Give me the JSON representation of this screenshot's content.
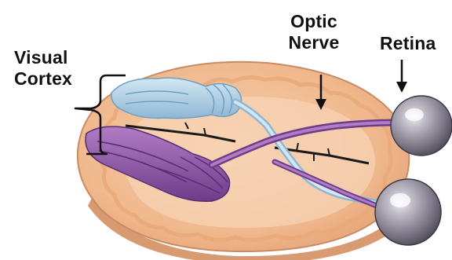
{
  "labels": {
    "visual_cortex": {
      "line1": "Visual",
      "line2": "Cortex"
    },
    "optic_nerve": {
      "line1": "Optic",
      "line2": "Nerve"
    },
    "retina": "Retina"
  },
  "colors": {
    "brain_tissue": "#f2bf96",
    "brain_outline": "#d9a277",
    "visual_cortex_upper": "#a9cde6",
    "visual_cortex_lower": "#8d55a8",
    "optic_nerve_blue": "#b7d6ea",
    "optic_nerve_purple": "#9457a9",
    "eyeball": "#8f8a97",
    "fissure": "#1a1a1a"
  },
  "icons": [
    "brain-illustration",
    "eyeball-icon",
    "bracket-icon",
    "down-arrow-icon"
  ]
}
